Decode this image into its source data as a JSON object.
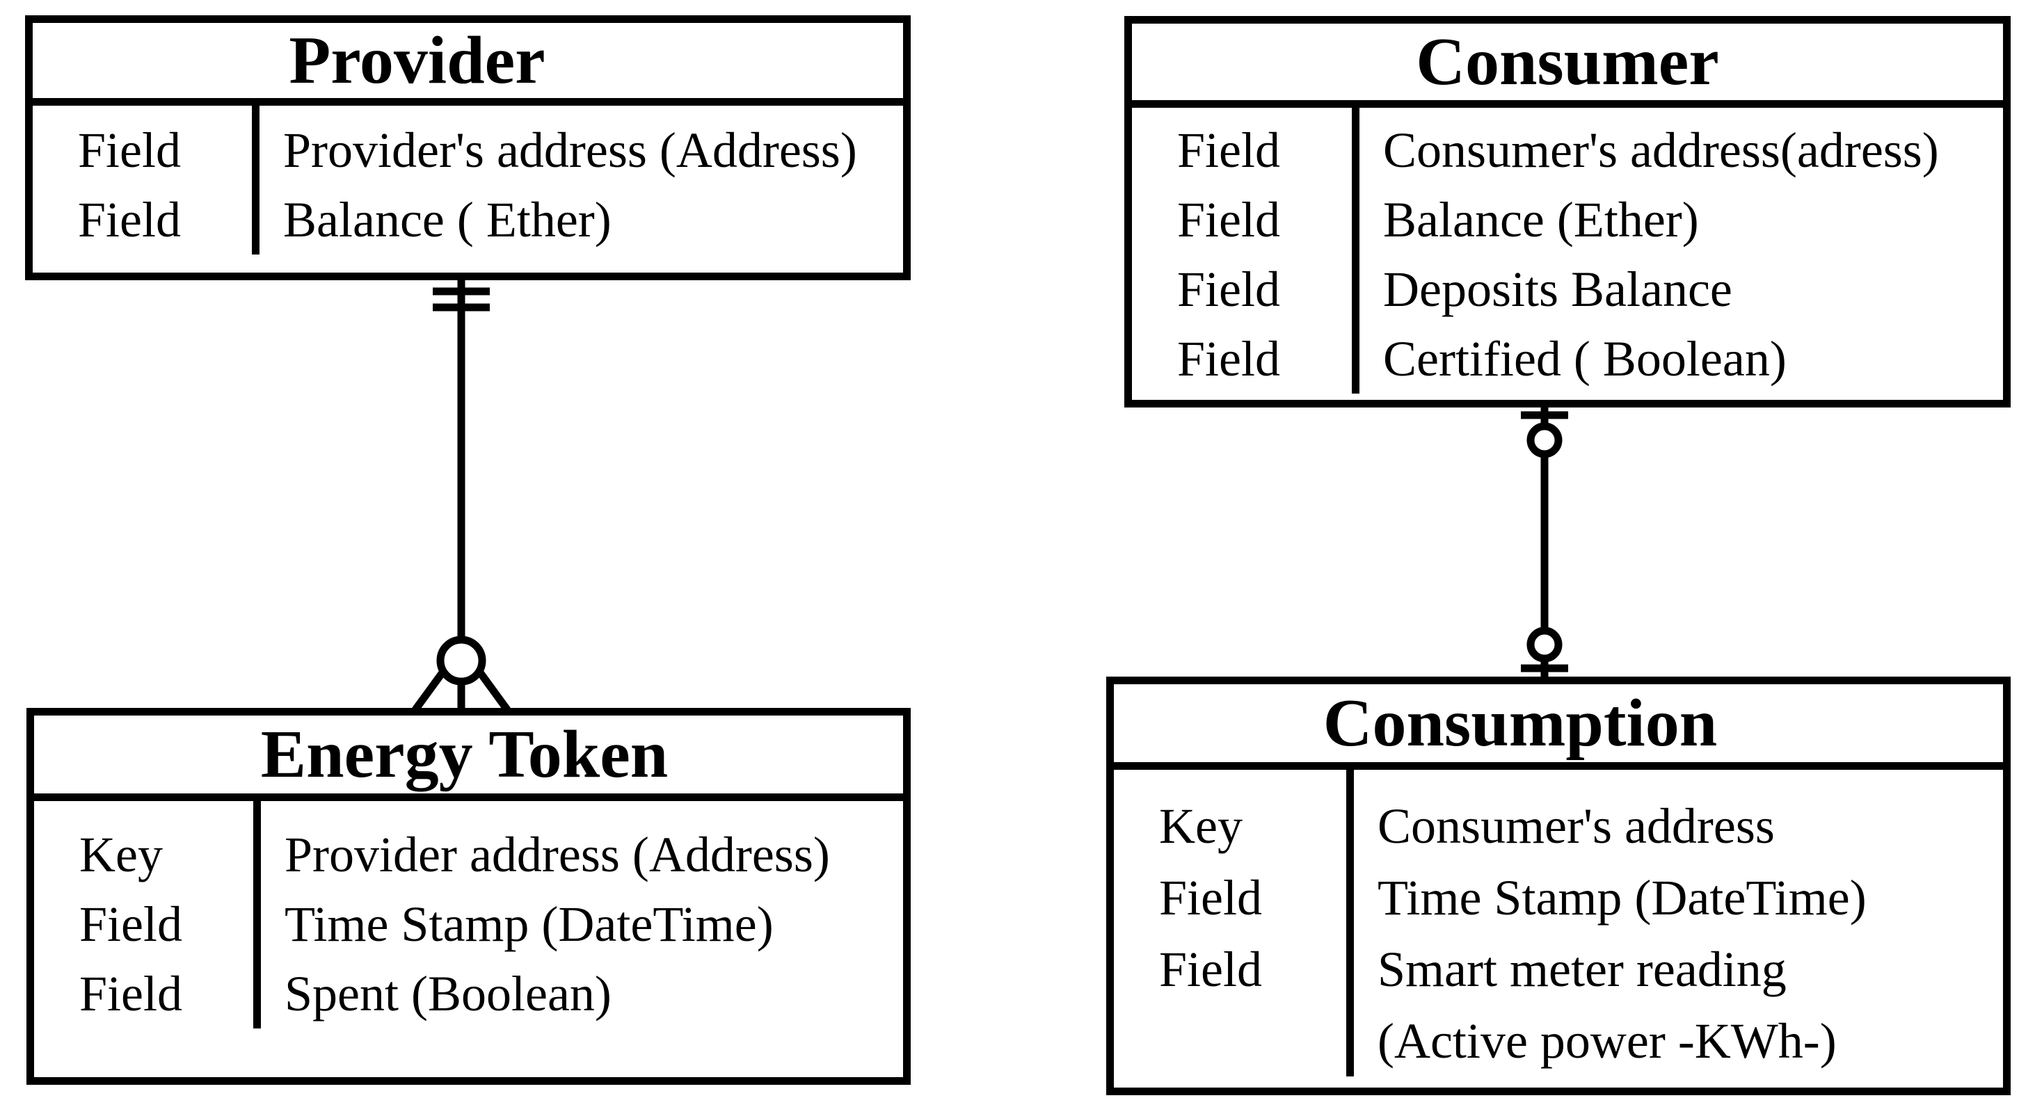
{
  "diagram": {
    "type": "entity-relationship-diagram",
    "background_color": "#ffffff",
    "line_color": "#000000",
    "text_color": "#000000",
    "entities": [
      {
        "id": "provider",
        "title": "Provider",
        "rows": [
          {
            "kind": "Field",
            "value": "Provider's address (Address)"
          },
          {
            "kind": "Field",
            "value": "Balance ( Ether)"
          }
        ]
      },
      {
        "id": "consumer",
        "title": "Consumer",
        "rows": [
          {
            "kind": "Field",
            "value": "Consumer's address(adress)"
          },
          {
            "kind": "Field",
            "value": "Balance (Ether)"
          },
          {
            "kind": "Field",
            "value": "Deposits Balance"
          },
          {
            "kind": "Field",
            "value": "Certified ( Boolean)"
          }
        ]
      },
      {
        "id": "energy-token",
        "title": "Energy Token",
        "rows": [
          {
            "kind": "Key",
            "value": "Provider address (Address)"
          },
          {
            "kind": "Field",
            "value": "Time Stamp (DateTime)"
          },
          {
            "kind": "Field",
            "value": "Spent (Boolean)"
          }
        ]
      },
      {
        "id": "consumption",
        "title": "Consumption",
        "rows": [
          {
            "kind": "Key",
            "value": "Consumer's address"
          },
          {
            "kind": "Field",
            "value": "Time Stamp (DateTime)"
          },
          {
            "kind": "Field",
            "value": "Smart meter reading",
            "value_cont": "(Active power -KWh-)"
          }
        ]
      }
    ],
    "relationships": [
      {
        "from": "Provider",
        "to": "Energy Token",
        "from_symbol": "one-and-only-one (double bar)",
        "to_symbol": "zero-or-many (circle and crow's foot)"
      },
      {
        "from": "Consumer",
        "to": "Consumption",
        "from_symbol": "zero-or-one (bar and circle)",
        "to_symbol": "zero-or-one (circle and bar)"
      }
    ]
  }
}
